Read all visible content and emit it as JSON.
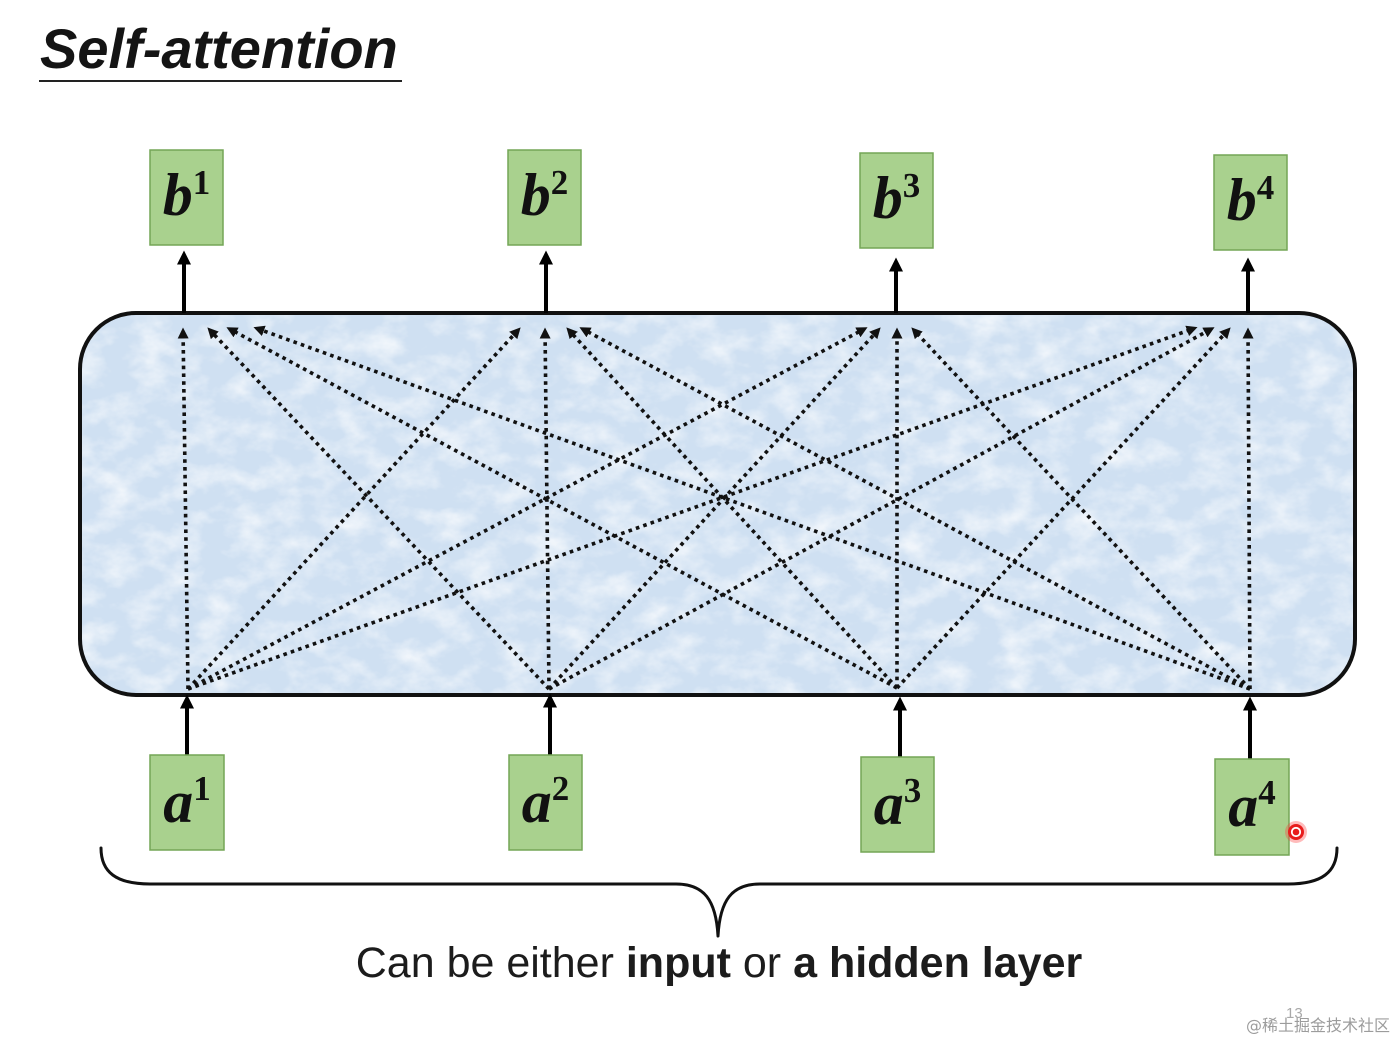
{
  "slide": {
    "title": "Self-attention",
    "outputs": [
      {
        "base": "b",
        "sup": "1"
      },
      {
        "base": "b",
        "sup": "2"
      },
      {
        "base": "b",
        "sup": "3"
      },
      {
        "base": "b",
        "sup": "4"
      }
    ],
    "inputs": [
      {
        "base": "a",
        "sup": "1"
      },
      {
        "base": "a",
        "sup": "2"
      },
      {
        "base": "a",
        "sup": "3"
      },
      {
        "base": "a",
        "sup": "4"
      }
    ],
    "caption": {
      "text_1": "Can be either ",
      "bold_1": "input",
      "text_2": " or ",
      "bold_2": "a hidden layer"
    },
    "page_number": "13"
  },
  "watermark": "@稀土掘金技术社区",
  "icons": {
    "pointer": "laser-pointer-icon"
  },
  "colors": {
    "node_fill": "#a9d18e",
    "node_border": "#74a556",
    "layer_fill": "#cfe0f2",
    "ink": "#111111"
  }
}
